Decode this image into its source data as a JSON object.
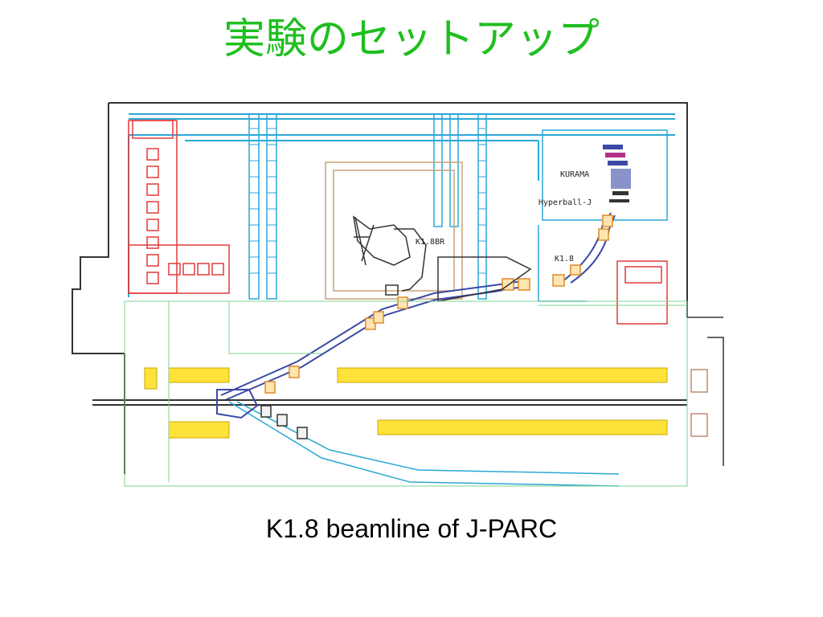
{
  "slide": {
    "title": "実験のセットアップ",
    "caption": "K1.8 beamline of J-PARC"
  },
  "diagram": {
    "labels": {
      "kurama": "KURAMA",
      "hyperball": "Hyperball-J",
      "k18br": "K1.8BR",
      "k18": "K1.8"
    },
    "colors": {
      "title_green": "#1fbf1f",
      "wall": "#333333",
      "cyan": "#2aa7d6",
      "red": "#e23a3a",
      "orange": "#e08a2a",
      "yellow": "#ffe23a",
      "blue": "#3b4aa6",
      "magenta": "#b0308a",
      "tan": "#c7a27a",
      "green": "#2a9a4a"
    }
  }
}
